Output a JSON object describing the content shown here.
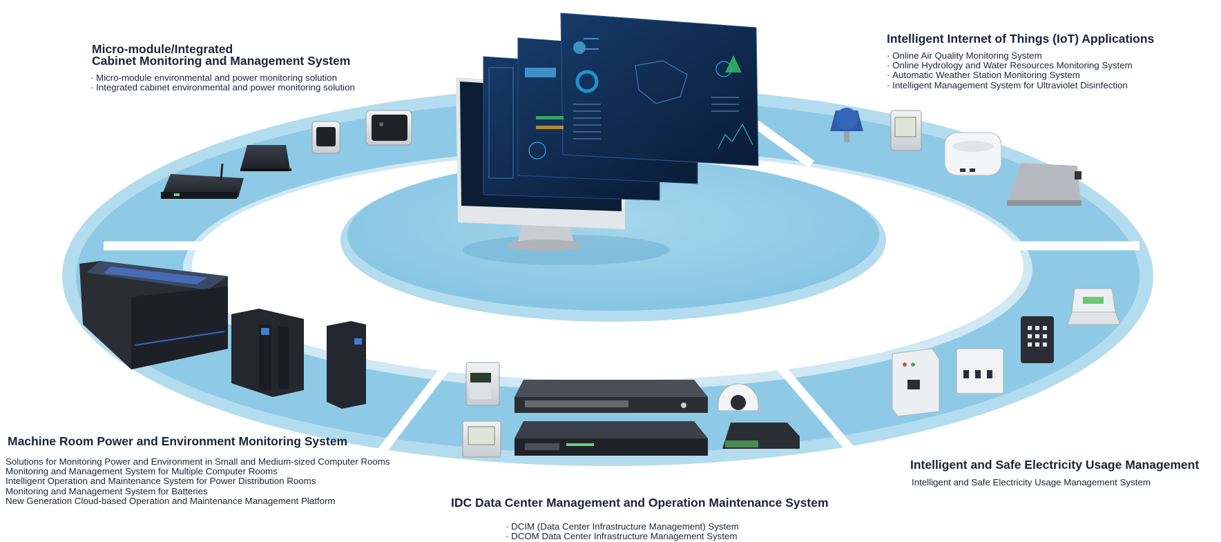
{
  "sections": {
    "micro_module": {
      "title_lines": [
        "Micro-module/Integrated",
        "Cabinet Monitoring and Management System"
      ],
      "items": [
        "Micro-module environmental and power monitoring solution",
        "Integrated cabinet environmental and power monitoring solution"
      ]
    },
    "iot": {
      "title": "Intelligent Internet of Things (IoT) Applications",
      "items": [
        "Online Air Quality Monitoring System",
        "Online Hydrology and Water Resources Monitoring System",
        "Automatic Weather Station Monitoring System",
        "Intelligent Management System for Ultraviolet Disinfection"
      ]
    },
    "machine_room": {
      "title": "Machine Room Power and Environment Monitoring System",
      "items": [
        "Solutions for Monitoring Power and Environment in Small and Medium-sized Computer Rooms",
        "Monitoring and Management System for Multiple Computer Rooms",
        "Intelligent Operation and Maintenance System for Power Distribution Rooms",
        "Monitoring and Management System for Batteries",
        "New Generation Cloud-based Operation and Maintenance Management Platform"
      ]
    },
    "idc": {
      "title": "IDC Data Center Management and Operation Maintenance System",
      "items": [
        "DCIM (Data Center Infrastructure Management) System",
        "DCOM Data Center Infrastructure Management System"
      ]
    },
    "electricity": {
      "title": "Intelligent and Safe Electricity Usage Management",
      "items": [
        "Intelligent and Safe Electricity Usage Management System"
      ]
    }
  },
  "colors": {
    "ring_outer": "#b4dcef",
    "ring_band": "#8ecae6",
    "ring_gap": "#ffffff",
    "center_disc": "#8dcae6",
    "center_disc_edge": "#b3dcef",
    "device_dark": "#2a2f36",
    "screen_bg": "#0f2a4d",
    "screen_accent": "#37b7e8",
    "text": "#1b2436"
  },
  "icons": [
    "monitor-icon",
    "dashboard-screen-icon",
    "gateway-router-icon",
    "sensor-box-icon",
    "server-rack-icon",
    "data-center-module-icon",
    "power-meter-icon",
    "network-switch-icon",
    "dome-camera-icon",
    "access-keypad-icon",
    "distribution-box-icon",
    "circuit-breaker-icon",
    "io-module-icon",
    "water-level-sensor-icon",
    "temp-humidity-sensor-icon",
    "air-quality-sensor-icon",
    "weather-station-box-icon"
  ]
}
